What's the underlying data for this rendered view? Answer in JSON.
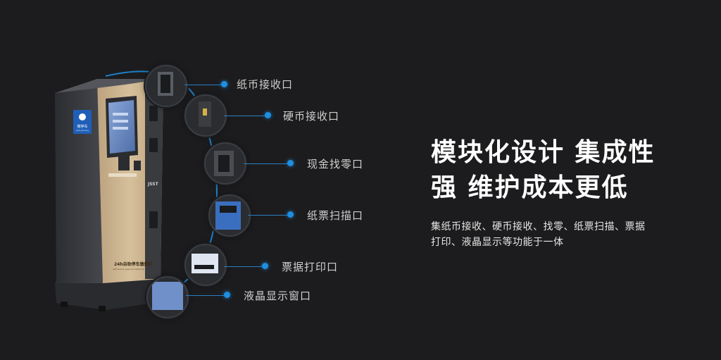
{
  "headline": {
    "line1": "模块化设计 集成性",
    "line2": "强 维护成本更低"
  },
  "description": {
    "line1": "集纸币接收、硬币接收、找零、纸票扫描、票据",
    "line2": "打印、液晶显示等功能于一体"
  },
  "callouts": [
    {
      "label": "纸币接收口"
    },
    {
      "label": "硬币接收口"
    },
    {
      "label": "现金找零口"
    },
    {
      "label": "纸票扫描口"
    },
    {
      "label": "票据打印口"
    },
    {
      "label": "液晶显示窗口"
    }
  ],
  "machine": {
    "side_badge": "缴停车",
    "side_badge_sub": "Self parking",
    "brand": "JSST",
    "panel_text": "24h自助停车缴费机",
    "panel_subtext": "self-service payment terminal"
  },
  "colors": {
    "background": "#1c1c1e",
    "accent": "#1e8fe0",
    "machine_gold": "#c9b18e",
    "machine_dark": "#3a3b3f"
  }
}
